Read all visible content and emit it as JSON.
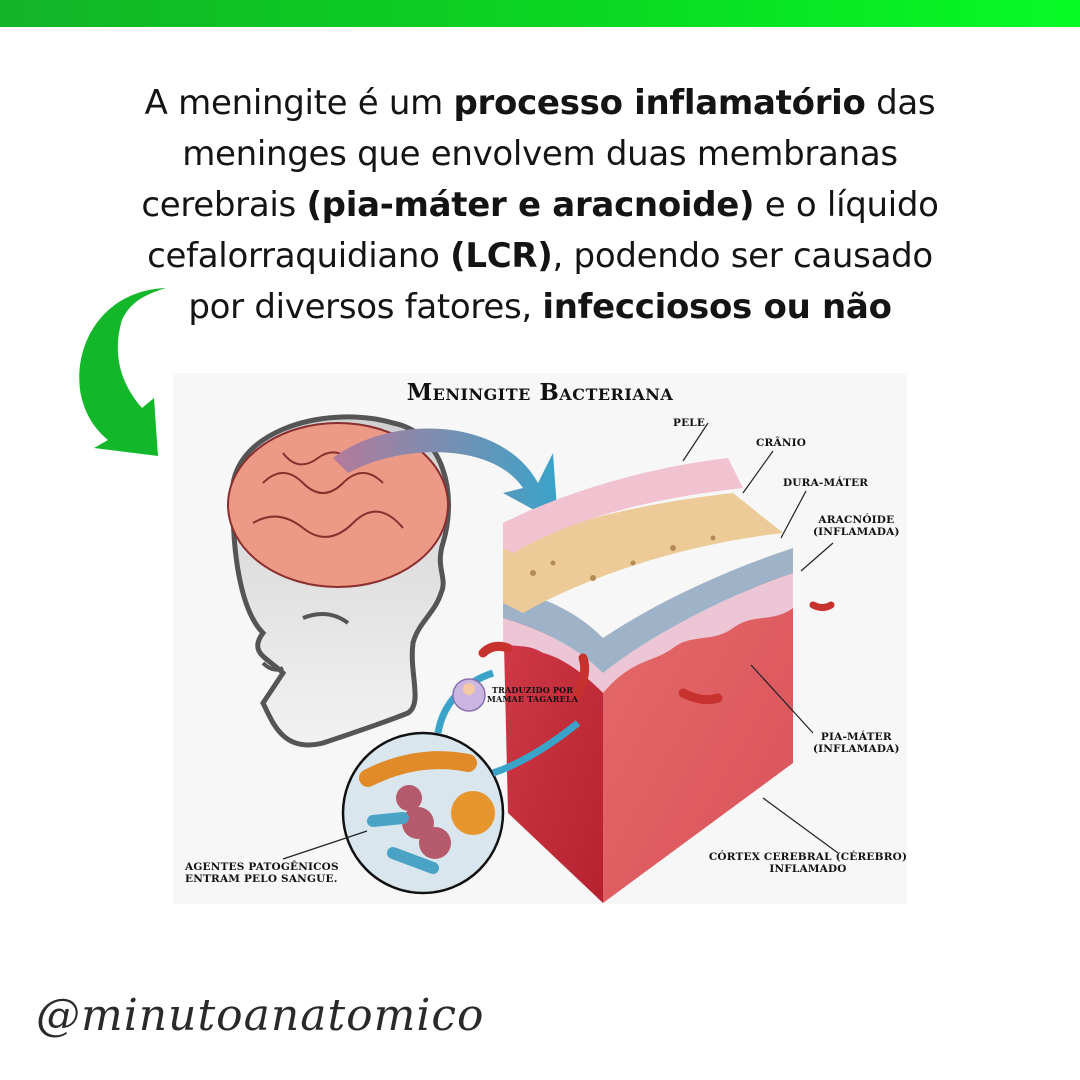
{
  "header": {
    "bar_gradient": [
      "#12b428",
      "#06fb26"
    ]
  },
  "headline": {
    "segments": [
      {
        "text": "A meningite é um ",
        "bold": false
      },
      {
        "text": "processo inflamatório",
        "bold": true
      },
      {
        "text": " das meninges que envolvem duas membranas cerebrais ",
        "bold": false
      },
      {
        "text": "(pia-máter e aracnoide)",
        "bold": true
      },
      {
        "text": " e o líquido cefalorraquidiano ",
        "bold": false
      },
      {
        "text": "(LCR)",
        "bold": true
      },
      {
        "text": ", podendo ser causado por diversos fatores, ",
        "bold": false
      },
      {
        "text": "infecciosos ou não",
        "bold": true
      }
    ],
    "lines": [
      [
        "A meningite é um ",
        "processo inflamatório",
        " das"
      ],
      [
        "meninges que envolvem duas membranas"
      ],
      [
        "cerebrais ",
        "(pia-máter e aracnoide)",
        " e o líquido"
      ],
      [
        "cefalorraquidiano ",
        "(LCR)",
        ", podendo ser causado"
      ],
      [
        "por diversos fatores, ",
        "infecciosos ou não"
      ]
    ]
  },
  "arrow": {
    "icon": "curved-arrow-down-icon",
    "color": "#12b82a"
  },
  "illustration": {
    "title": "Meningite Bacteriana",
    "labels": {
      "pele": "PELE",
      "cranio": "CRÂNIO",
      "dura": "DURA-MÁTER",
      "aracnoide_1": "ARACNÓIDE",
      "aracnoide_2": "(INFLAMADA)",
      "pia_1": "PIA-MÁTER",
      "pia_2": "(INFLAMADA)",
      "cortex_1": "CÓRTEX CEREBRAL (CÉREBRO)",
      "cortex_2": "INFLAMADO",
      "agentes_1": "AGENTES PATOGÊNICOS",
      "agentes_2": "ENTRAM PELO SANGUE.",
      "credit_1": "TRADUZIDO POR",
      "credit_2": "MAMAE TAGARELA"
    }
  },
  "footer": {
    "handle": "@minutoanatomico"
  }
}
